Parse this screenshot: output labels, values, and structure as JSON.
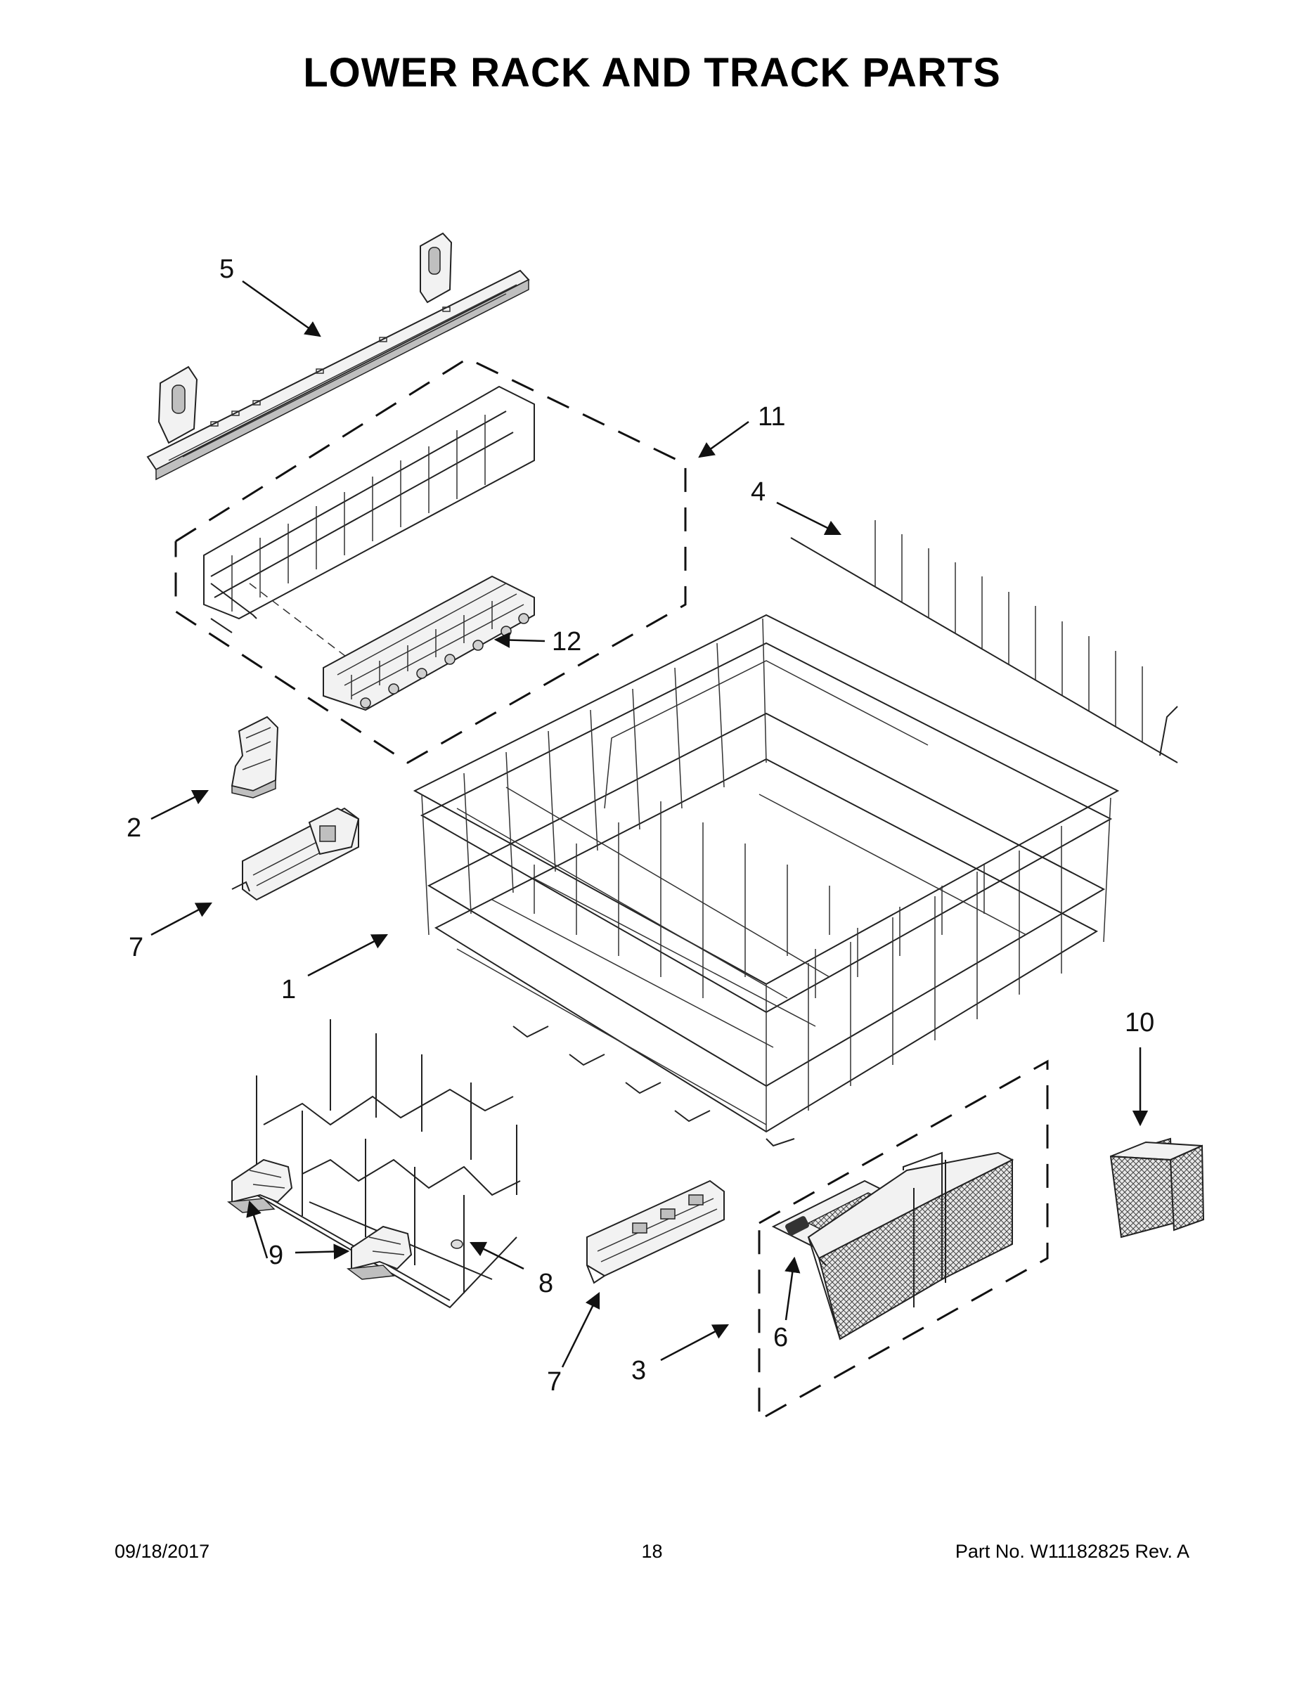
{
  "title": "LOWER RACK AND TRACK PARTS",
  "footer": {
    "date": "09/18/2017",
    "page": "18",
    "part_no": "Part No.  W11182825  Rev.  A"
  },
  "callouts": {
    "c1": "1",
    "c2": "2",
    "c3": "3",
    "c4": "4",
    "c5": "5",
    "c6": "6",
    "c7a": "7",
    "c7b": "7",
    "c8": "8",
    "c9": "9",
    "c10": "10",
    "c11": "11",
    "c12": "12"
  }
}
